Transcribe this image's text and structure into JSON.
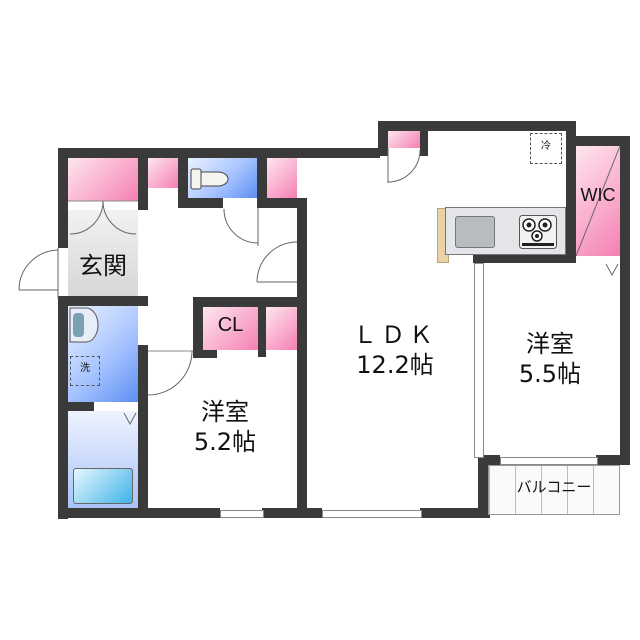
{
  "floorplan": {
    "rooms": {
      "entrance": {
        "label": "玄関"
      },
      "closet": {
        "label": "CL"
      },
      "western_room_1": {
        "name": "洋室",
        "size": "5.2帖"
      },
      "ldk": {
        "name": "ＬＤＫ",
        "size": "12.2帖"
      },
      "western_room_2": {
        "name": "洋室",
        "size": "5.5帖"
      },
      "wic": {
        "label": "WIC"
      },
      "balcony": {
        "label": "バルコニー"
      }
    },
    "fixtures": {
      "washer": {
        "label": "洗"
      },
      "fridge": {
        "label": "冷"
      }
    },
    "colors": {
      "wall": "#3a3a3a",
      "storage_pink": "#f59bc4",
      "wet_area_blue": "#7ea6f7",
      "entrance_gray": "#d9d9d9",
      "counter_beige": "#e9d3a6"
    }
  }
}
